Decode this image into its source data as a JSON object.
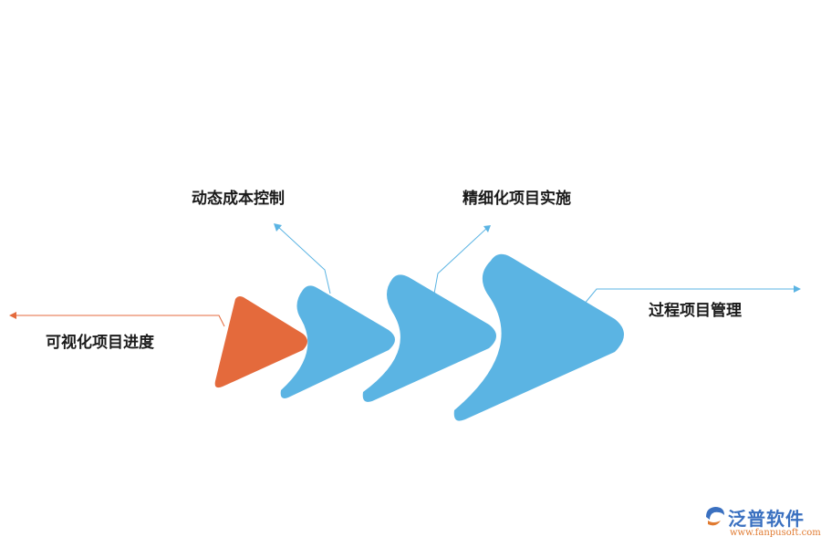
{
  "diagram": {
    "steps": [
      {
        "label": "可视化项目进度",
        "color": "#E46A3C"
      },
      {
        "label": "动态成本控制",
        "color": "#5BB4E3"
      },
      {
        "label": "精细化项目实施",
        "color": "#5BB4E3"
      },
      {
        "label": "过程项目管理",
        "color": "#5BB4E3"
      }
    ],
    "line_colors": {
      "orange": "#E46A3C",
      "blue": "#5BB4E3"
    }
  },
  "logo": {
    "name": "泛普软件",
    "url": "www.fanpusoft.com"
  }
}
